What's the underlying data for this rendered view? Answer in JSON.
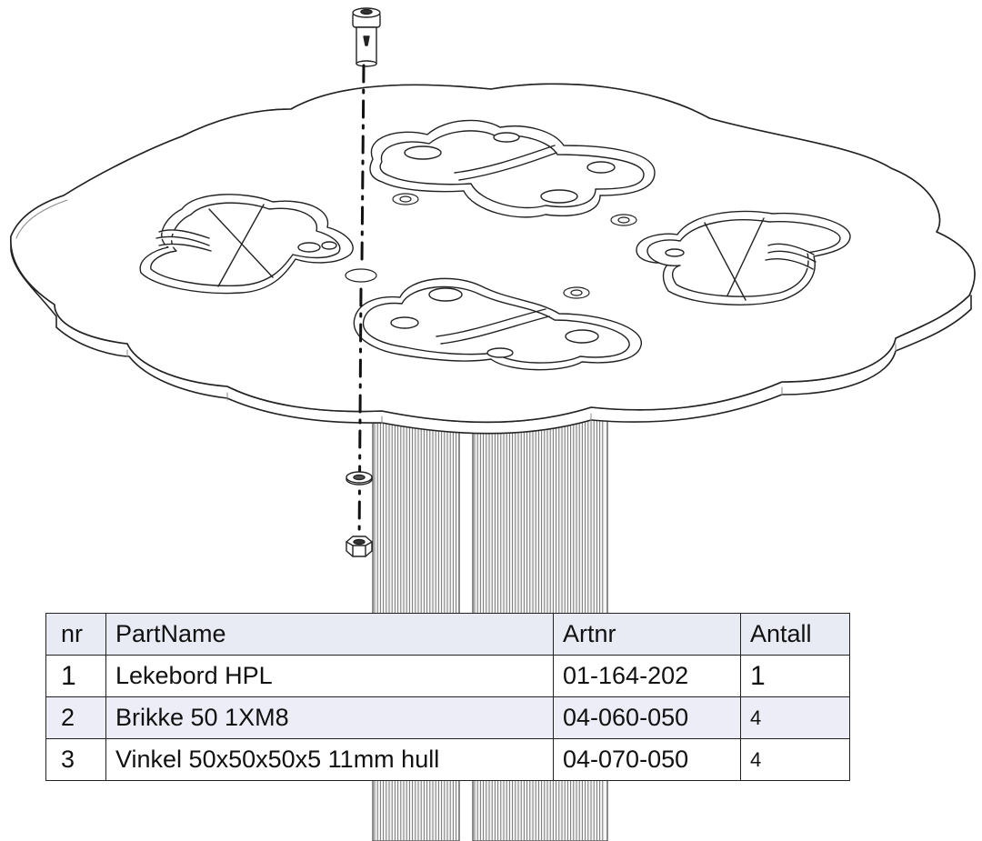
{
  "parts_table": {
    "headers": [
      "nr",
      "PartName",
      "Artnr",
      "Antall"
    ],
    "rows": [
      [
        "1",
        "Lekebord HPL",
        "01-164-202",
        "1"
      ],
      [
        "2",
        "Brikke 50 1XM8",
        "04-060-050",
        "4"
      ],
      [
        "3",
        "Vinkel 50x50x50x5 11mm hull",
        "04-070-050",
        "4"
      ]
    ]
  }
}
